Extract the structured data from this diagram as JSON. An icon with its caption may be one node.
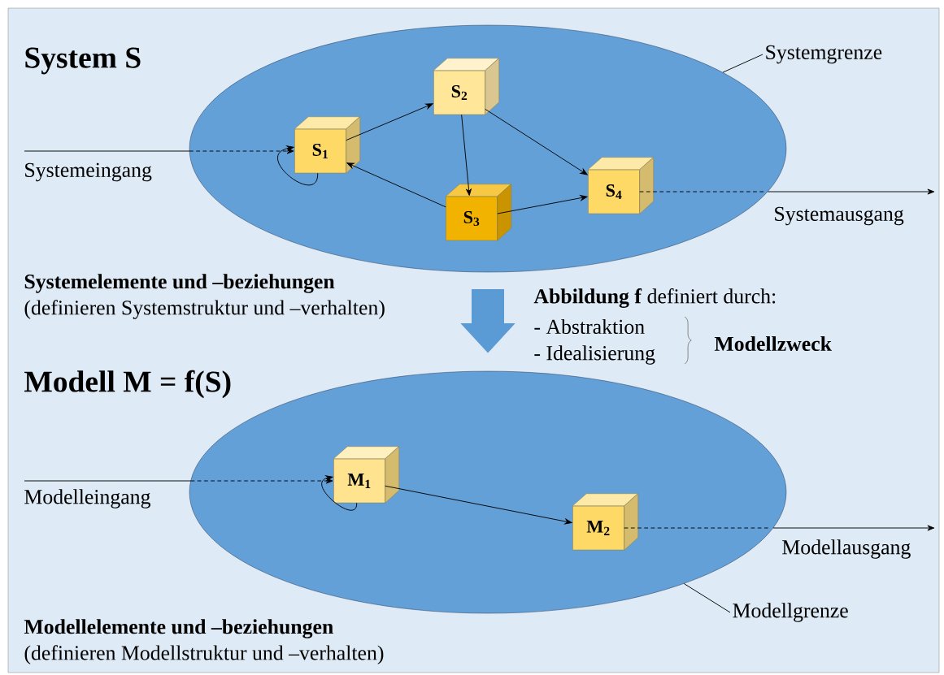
{
  "diagram": {
    "nodes": [
      {
        "text": [],
        "shape": "ellipse"
      },
      {
        "text": [
          "S$_{1}$"
        ],
        "in": 0
      },
      {
        "text": [
          "S$_{2}$"
        ],
        "in": 0
      },
      {
        "text": [
          "S$_{3}$"
        ],
        "in": 0
      },
      {
        "text": [
          "S$_{4}$"
        ],
        "in": 0
      },
      {
        "text": [
          "Systemgrenze"
        ]
      },
      {
        "text": [],
        "shape": "ellipse"
      },
      {
        "text": [
          "M$_{1}$"
        ],
        "in": 6
      },
      {
        "text": [
          "M$_{2}$"
        ],
        "in": 6
      },
      {
        "text": [
          "Modellgrenze"
        ]
      }
    ],
    "edges": [
      {
        "from": 1,
        "to": 2,
        "arrow": "to"
      },
      {
        "from": 2,
        "to": 3,
        "arrow": "to"
      },
      {
        "from": 2,
        "to": 4,
        "arrow": "to"
      },
      {
        "from": 3,
        "to": 1,
        "arrow": "to"
      },
      {
        "from": 3,
        "to": 4,
        "arrow": "to"
      },
      {
        "from": 1,
        "to": 1,
        "arrow": "to"
      },
      {
        "from": null,
        "to": 1,
        "arrow": "to",
        "style": "dashed"
      },
      {
        "from": 4,
        "to": null,
        "arrow": "to",
        "style": "dashed"
      },
      {
        "from": 5,
        "to": 0,
        "arrow": "none"
      },
      {
        "from": 0,
        "to": 6,
        "arrow": "to",
        "style": "thick",
        "color": "#5b9bd5"
      },
      {
        "from": 7,
        "to": 7,
        "arrow": "to"
      },
      {
        "from": 7,
        "to": 8,
        "arrow": "to"
      },
      {
        "from": null,
        "to": 7,
        "arrow": "to",
        "style": "dashed"
      },
      {
        "from": 8,
        "to": null,
        "arrow": "to",
        "style": "dashed"
      },
      {
        "from": 9,
        "to": 6,
        "arrow": "none"
      }
    ],
    "labels": [
      "System S",
      "Systemeingang",
      "Systemausgang",
      "Systemelemente und –beziehungen",
      "(definieren Systemstruktur und –verhalten)",
      "**Abbildung f** definiert durch:",
      "- Abstraktion",
      "- Idealisierung",
      "Modellzweck",
      "Modell M = f(S)",
      "Modelleingang",
      "Modellausgang",
      "Modellelemente und –beziehungen",
      "(definieren Modellstruktur und –verhalten)"
    ]
  }
}
